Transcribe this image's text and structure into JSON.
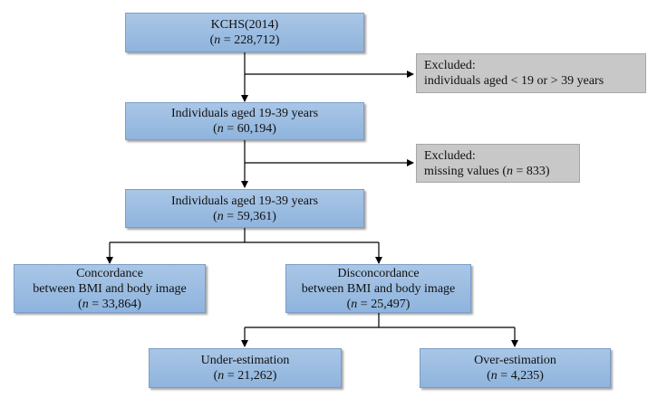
{
  "nodes": {
    "kchs": {
      "title": "KCHS(2014)",
      "n_prefix": "(",
      "n_var": "n",
      "n_value": " = 228,712)"
    },
    "excluded_age": {
      "title": "Excluded:",
      "detail": "individuals aged < 19 or > 39 years"
    },
    "aged_1": {
      "title": "Individuals aged 19-39 years",
      "n_prefix": "(",
      "n_var": "n",
      "n_value": " = 60,194)"
    },
    "excluded_missing": {
      "title": "Excluded:",
      "detail_prefix": "missing values (",
      "n_var": "n",
      "n_value": " = 833)"
    },
    "aged_2": {
      "title": "Individuals aged 19-39 years",
      "n_prefix": "(",
      "n_var": "n",
      "n_value": " = 59,361)"
    },
    "concordance": {
      "title": "Concordance",
      "subtitle": "between BMI and body image",
      "n_prefix": "(",
      "n_var": "n",
      "n_value": " = 33,864)"
    },
    "disconcordance": {
      "title": "Disconcordance",
      "subtitle": "between BMI and body image",
      "n_prefix": "(",
      "n_var": "n",
      "n_value": " = 25,497)"
    },
    "under": {
      "title": "Under-estimation",
      "n_prefix": "(",
      "n_var": "n",
      "n_value": " = 21,262)"
    },
    "over": {
      "title": "Over-estimation",
      "n_prefix": "(",
      "n_var": "n",
      "n_value": " = 4,235)"
    }
  },
  "colors": {
    "box_fill": "#9bbde2",
    "box_border": "#7a9ec9",
    "excluded_fill": "#c8c8c8",
    "line": "#000000"
  }
}
